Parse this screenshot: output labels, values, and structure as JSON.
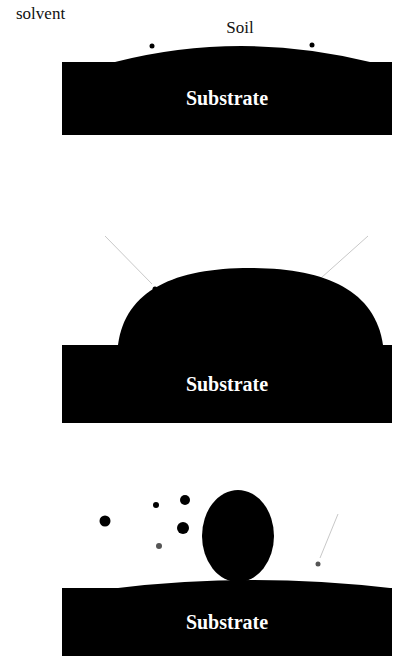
{
  "diagram": {
    "nodes": [
      {
        "text": [
          "Substrate"
        ]
      },
      {
        "text": [
          "Substrate"
        ]
      },
      {
        "text": [
          "Substrate"
        ]
      }
    ],
    "labels": [
      "solvent",
      "Soil"
    ]
  }
}
